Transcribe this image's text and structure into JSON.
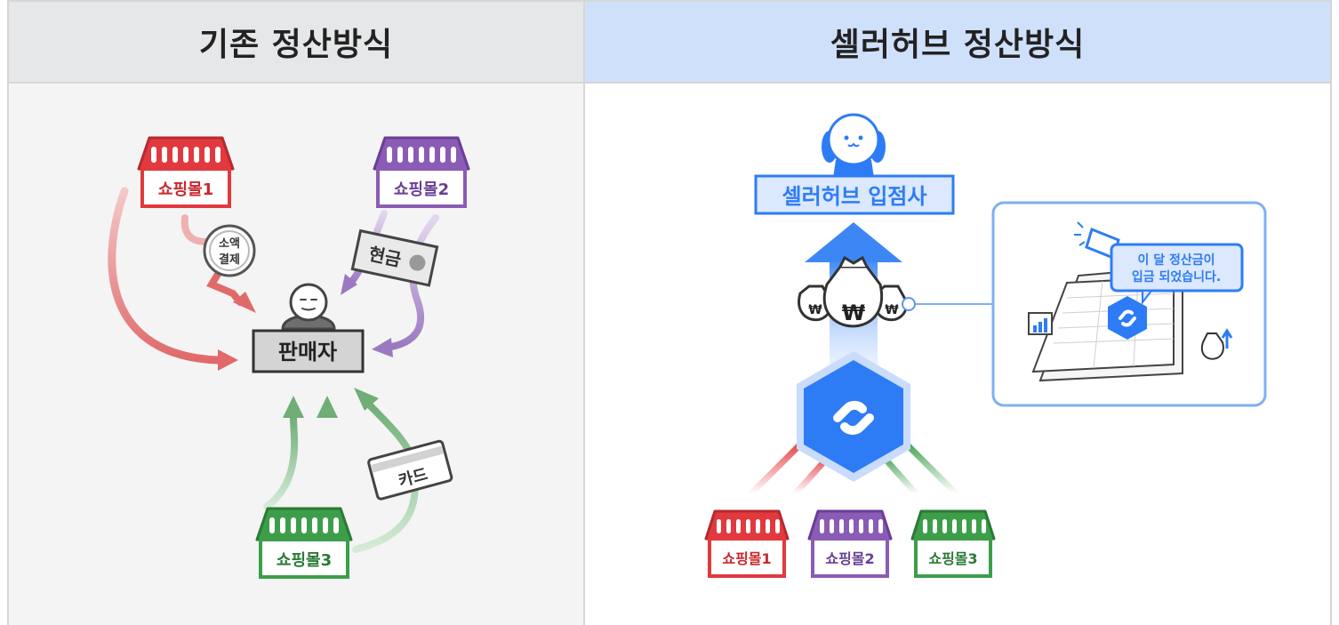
{
  "left_panel": {
    "title": "기존 정산방식",
    "shops": [
      "쇼핑몰1",
      "쇼핑몰2",
      "쇼핑몰3"
    ],
    "seller": "판매자",
    "badge_line1": "소액",
    "badge_line2": "결제",
    "cash_tag": "현금",
    "card_tag": "카드"
  },
  "right_panel": {
    "title": "셀러허브 정산방식",
    "vendor_box": "셀러허브 입점사",
    "shops": [
      "쇼핑몰1",
      "쇼핑몰2",
      "쇼핑몰3"
    ],
    "bubble_line1": "이 달 정산금이",
    "bubble_line2": "입금 되었습니다.",
    "money_symbol": "₩"
  },
  "colors": {
    "shop1": "#e2393f",
    "shop2": "#8a5cb5",
    "shop3": "#3d9e4a",
    "brand_blue": "#2d7cf6",
    "arrow_red": "#e06a6a",
    "arrow_purple": "#9a79c0",
    "arrow_green": "#6fae76"
  }
}
